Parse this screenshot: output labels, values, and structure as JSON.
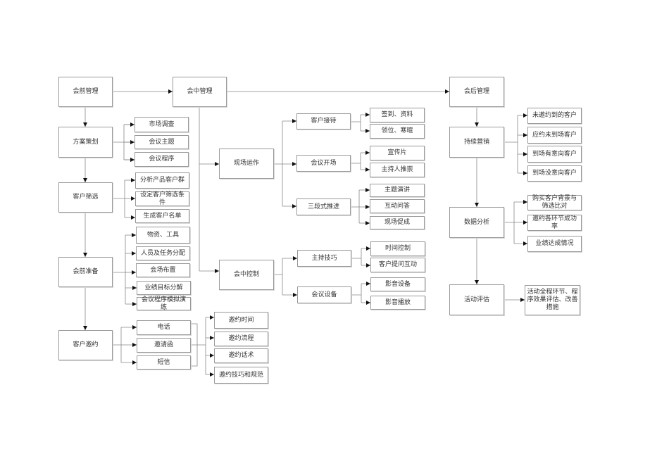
{
  "pre": {
    "title": "会前管理",
    "plan": "方案策划",
    "plan_items": [
      "市场调查",
      "会议主题",
      "会议程序"
    ],
    "screen": "客户筛选",
    "screen_items": [
      "分析产品客户群",
      "设定客户筛选条件",
      "生成客户名单"
    ],
    "prep": "会前准备",
    "prep_items": [
      "物资、工具",
      "人员及任务分配",
      "会场布置",
      "业绩目标分解",
      "会议程序模拟演练"
    ],
    "invite": "客户邀约",
    "invite_items": [
      "电话",
      "邀请函",
      "短信"
    ],
    "invite_details": [
      "邀约时间",
      "邀约流程",
      "邀约话术",
      "邀约技巧和规范"
    ]
  },
  "mid": {
    "title": "会中管理",
    "onsite": "现场运作",
    "control": "会中控制",
    "reception": "客户接待",
    "reception_items": [
      "签到、资料",
      "领位、寒暄"
    ],
    "opening": "会议开场",
    "opening_items": [
      "宣传片",
      "主持人推崇"
    ],
    "push": "三段式推进",
    "push_items": [
      "主题演讲",
      "互动问答",
      "现场促成"
    ],
    "hosting": "主持技巧",
    "hosting_items": [
      "时间控制",
      "客户提问互动"
    ],
    "equipment": "会议设备",
    "equipment_items": [
      "影音设备",
      "影音播放"
    ]
  },
  "post": {
    "title": "会后管理",
    "marketing": "持续营销",
    "marketing_items": [
      "未邀约到的客户",
      "应约未到场客户",
      "到场有意向客户",
      "到场没意向客户"
    ],
    "analysis": "数据分析",
    "analysis_items": [
      "购买客户背景与筛选比对",
      "邀约各环节成功率",
      "业绩达成情况"
    ],
    "evaluation": "活动评估",
    "evaluation_item": "活动全程环节、程序效果评估、改善措施"
  }
}
